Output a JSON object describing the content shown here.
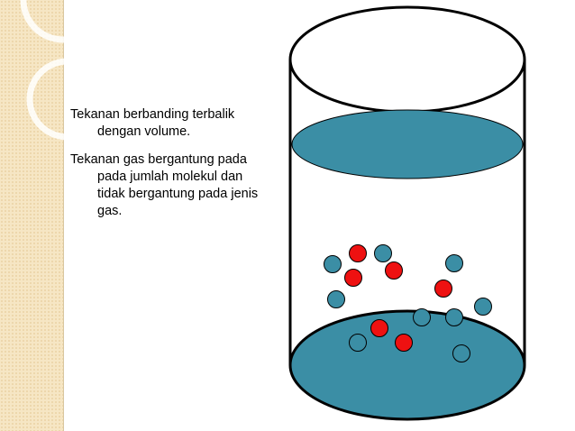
{
  "text": {
    "p1": "Tekanan berbanding terbalik dengan volume.",
    "p2": "Tekanan gas bergantung pada pada jumlah molekul dan tidak bergantung pada jenis gas."
  },
  "colors": {
    "liquid": "#3b8ea5",
    "red_molecule": "#ee1111",
    "blue_molecule": "#3b8ea5",
    "outline": "#000000"
  },
  "molecules": [
    {
      "color": "blue"
    },
    {
      "color": "red"
    },
    {
      "color": "blue"
    },
    {
      "color": "blue"
    },
    {
      "color": "red"
    },
    {
      "color": "red"
    },
    {
      "color": "red"
    },
    {
      "color": "blue"
    },
    {
      "color": "blue"
    },
    {
      "color": "blue"
    },
    {
      "color": "blue"
    },
    {
      "color": "red"
    },
    {
      "color": "red"
    },
    {
      "color": "blue"
    },
    {
      "color": "blue"
    },
    {
      "color": "blue"
    }
  ]
}
